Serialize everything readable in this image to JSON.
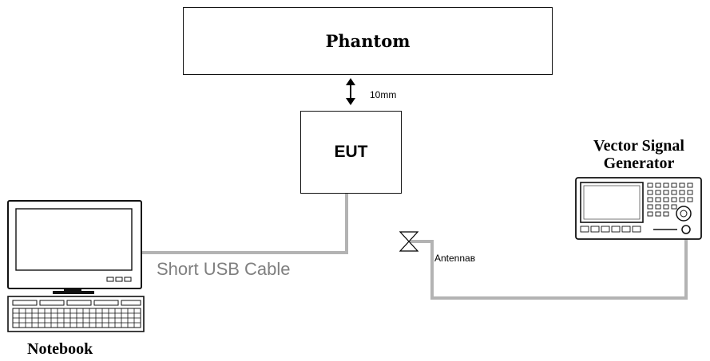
{
  "phantom": {
    "label": "Phantom"
  },
  "spacing": {
    "label": "10mm"
  },
  "eut": {
    "label": "EUT"
  },
  "signal_generator": {
    "label_line1": "Vector Signal",
    "label_line2": "Generator"
  },
  "notebook": {
    "label": "Notebook"
  },
  "usb_cable": {
    "label": "Short USB Cable"
  },
  "antenna": {
    "label": "Antennaв"
  },
  "colors": {
    "cable": "#b3b3b3",
    "outline": "#111111",
    "usb_label": "#7f7f7f"
  }
}
